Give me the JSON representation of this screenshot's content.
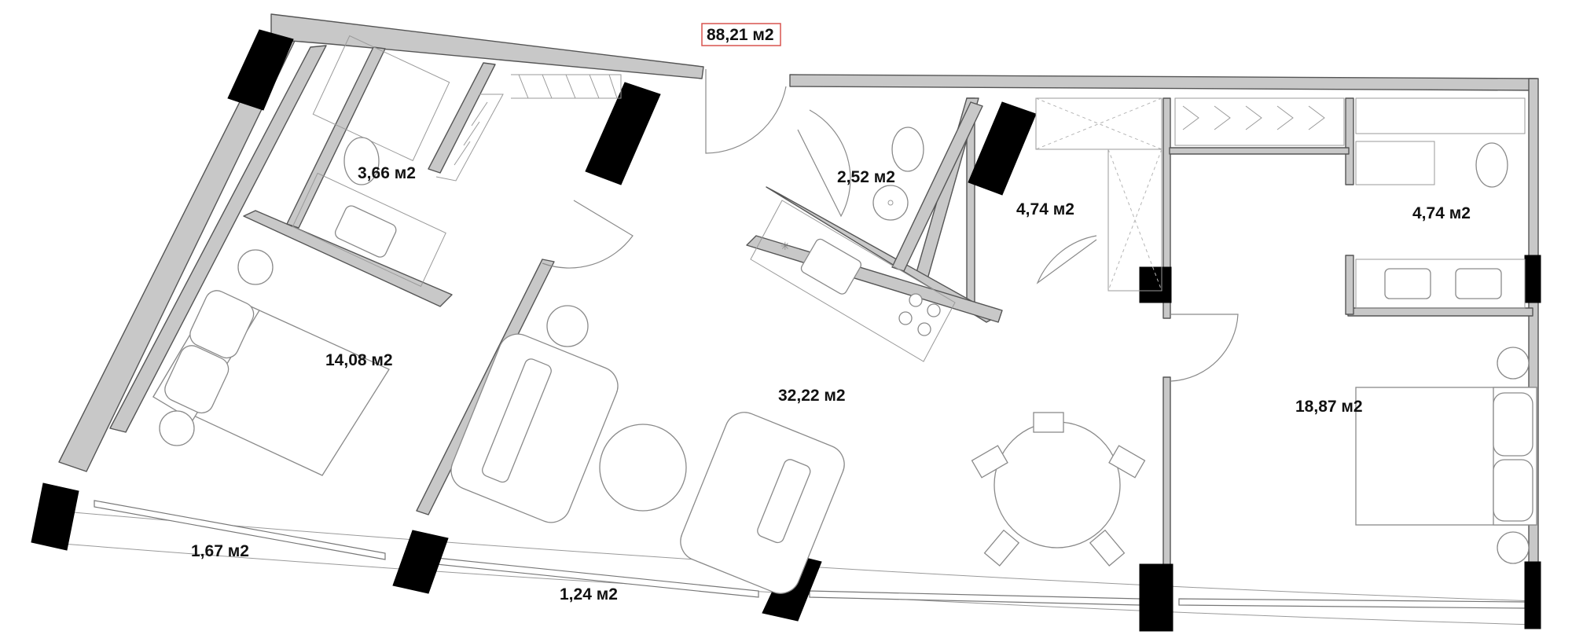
{
  "total_area": "88,21 м2",
  "rooms": {
    "bathroom_a": "3,66 м2",
    "wc": "2,52 м2",
    "wardrobe": "4,74 м2",
    "bathroom_b": "4,74 м2",
    "bedroom_a": "14,08 м2",
    "living_room": "32,22 м2",
    "bedroom_b": "18,87 м2",
    "balcony_a": "1,67 м2",
    "balcony_b": "1,24 м2"
  }
}
